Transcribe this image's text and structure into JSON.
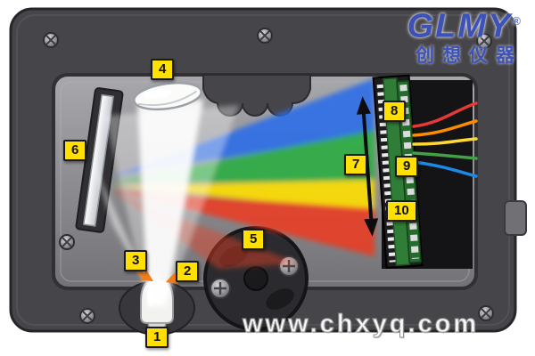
{
  "labels": {
    "l1": "1",
    "l2": "2",
    "l3": "3",
    "l4": "4",
    "l5": "5",
    "l6": "6",
    "l7": "7",
    "l8": "8",
    "l9": "9",
    "l10": "10"
  },
  "brand": {
    "name": "GLMY",
    "registered": "®",
    "tagline_cn": "创想仪器"
  },
  "watermark": {
    "url": "www.chxyq.com"
  },
  "colors": {
    "housing": "#46464a",
    "cavity": "#8f8f93",
    "label_bg": "#ffe000",
    "logo_blue": "#3c55cc",
    "beam_blue": "#2e6ee8",
    "beam_green": "#2fae44",
    "beam_yellow": "#ffe000",
    "beam_red": "#ee3b22",
    "pcb_green": "#2f7d36",
    "wires": [
      "#e53935",
      "#fb8c00",
      "#fdd835",
      "#43a047",
      "#1e88e5"
    ]
  }
}
